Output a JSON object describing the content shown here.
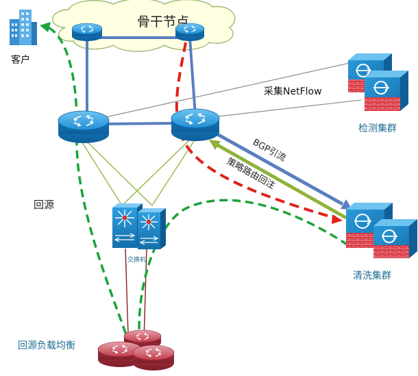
{
  "labels": {
    "backbone": "骨干节点",
    "customer": "客户",
    "netflow": "采集NetFlow",
    "detect_cluster": "检测集群",
    "bgp": "BGP引流",
    "policy_route": "策略路由回注",
    "back_to_source": "回源",
    "switch": "交换机",
    "clean_cluster": "清洗集群",
    "lb": "回源负载均衡"
  },
  "colors": {
    "router_blue": "#1e8fd6",
    "router_red": "#c23b4a",
    "link_blue": "#5a7fbf",
    "link_green": "#8db33a",
    "link_gray": "#8c8c8c",
    "link_dark_red": "#8b2a2a",
    "path_red": "#e0201b",
    "path_green": "#1aa33a",
    "label_teal": "#1f6d93"
  },
  "icons": [
    "cloud-icon",
    "router-icon",
    "switch-icon",
    "firewall-icon",
    "building-icon"
  ]
}
